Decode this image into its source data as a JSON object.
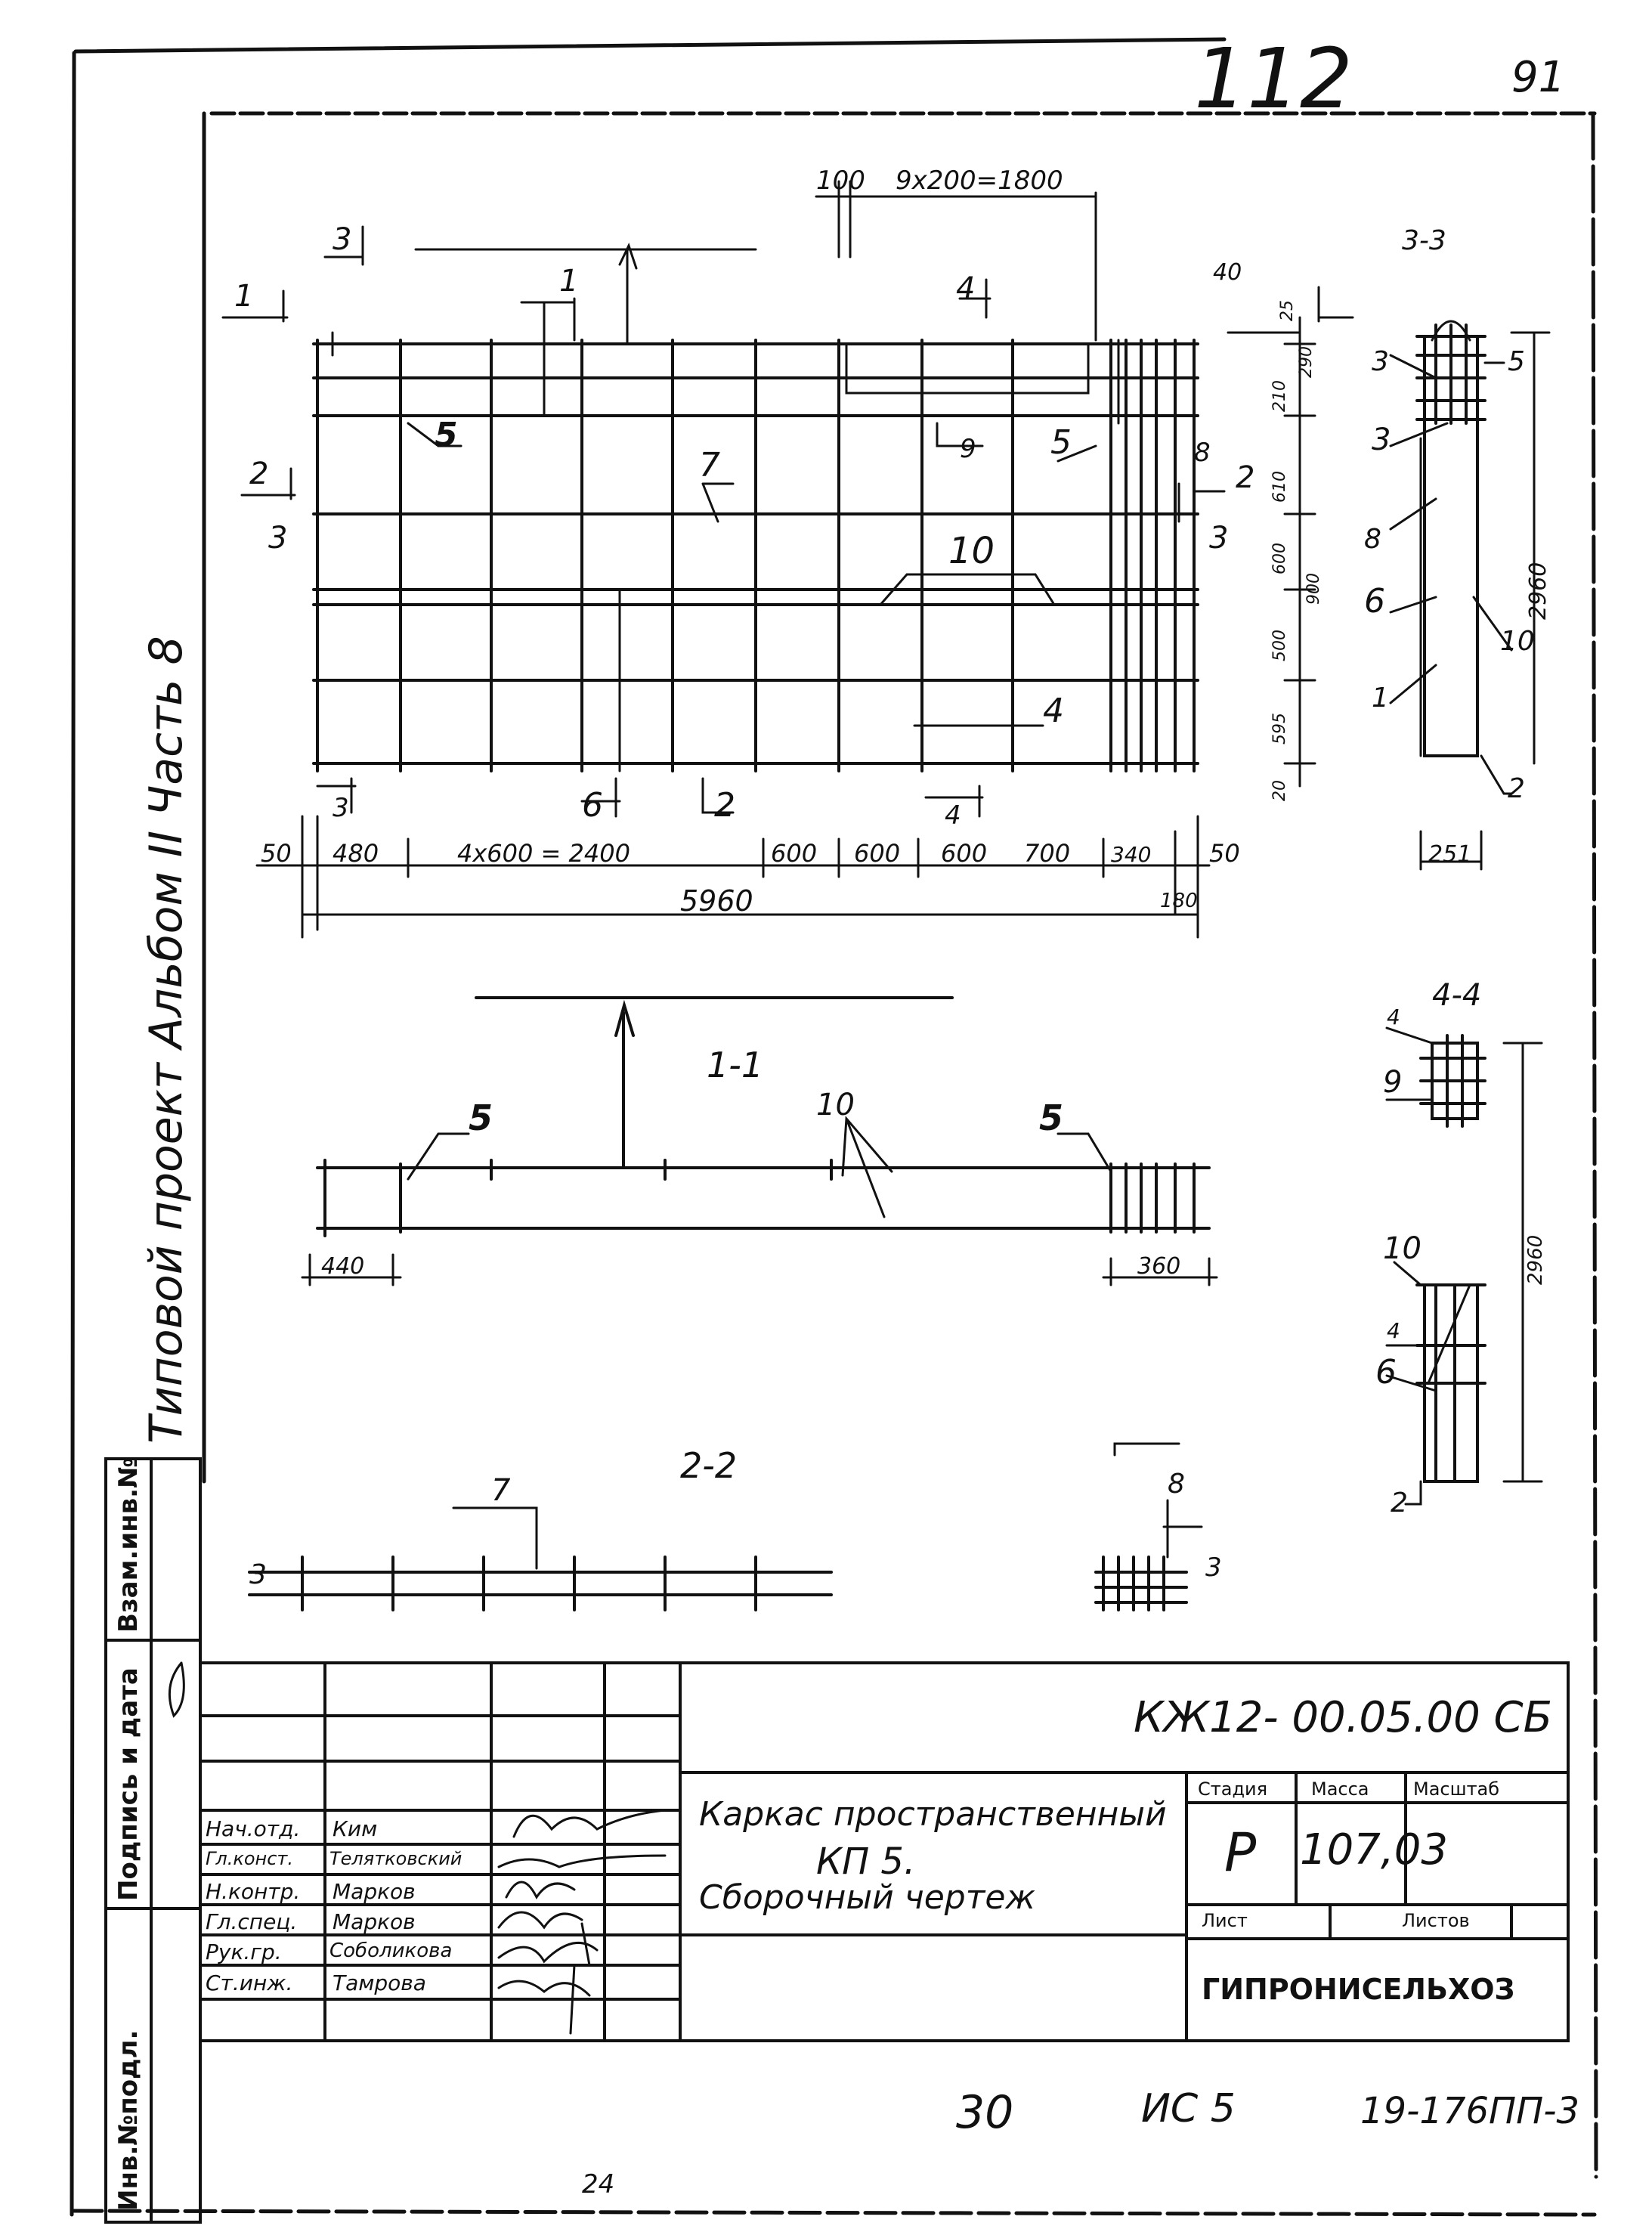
{
  "page_marks": {
    "sheet_number": "112",
    "corner_number": "91",
    "bottom_left": "30",
    "bottom_mid": "ИС 5",
    "bottom_right": "19-176ПП-3",
    "bottom_small": "24"
  },
  "margin": {
    "album": "Типовой проект   Альбом II   Часть 8"
  },
  "side_stamp": {
    "inv_podl": "Инв.№подл.",
    "podpis_data": "Подпись и дата",
    "vzam_inv": "Взам.инв.№"
  },
  "plan": {
    "dims_top": [
      "100",
      "9х200=1800",
      "40"
    ],
    "dims_bottom": [
      "50",
      "480",
      "4х600 = 2400",
      "600",
      "600",
      "600",
      "700",
      "340",
      "50"
    ],
    "overall": "5960",
    "sub_180": "180",
    "dims_right": [
      "25",
      "290",
      "210",
      "610",
      "600",
      "900",
      "500",
      "595",
      "20"
    ],
    "section_marks": [
      "1",
      "1",
      "2",
      "2",
      "3",
      "3",
      "3",
      "3",
      "4",
      "4"
    ],
    "positions": [
      "5",
      "5",
      "7",
      "9",
      "8",
      "10",
      "4",
      "6",
      "2"
    ]
  },
  "section_3_3": {
    "title": "3-3",
    "positions": [
      "3",
      "5",
      "3",
      "8",
      "6",
      "10",
      "1",
      "2"
    ],
    "height": "2960",
    "width": "251"
  },
  "section_1_1": {
    "title": "1-1",
    "positions": [
      "5",
      "10",
      "5"
    ],
    "dims": [
      "440",
      "360"
    ]
  },
  "section_4_4": {
    "title": "4-4",
    "positions": [
      "4",
      "9",
      "10",
      "4",
      "6",
      "2"
    ],
    "height": "2960"
  },
  "section_2_2": {
    "title": "2-2",
    "positions": [
      "7",
      "3",
      "8",
      "3"
    ]
  },
  "title_block": {
    "code": "КЖ12- 00.05.00 СБ",
    "name_line1": "Каркас пространственный",
    "name_line2": "КП 5.",
    "name_line3": "Сборочный чертеж",
    "stage_label": "Стадия",
    "mass_label": "Масса",
    "scale_label": "Масштаб",
    "stage": "Р",
    "mass": "107,03",
    "sheet_label": "Лист",
    "sheets_label": "Листов",
    "org": "ГИПРОНИСЕЛЬХОЗ",
    "roles": [
      {
        "role": "Нач.отд.",
        "name": "Ким"
      },
      {
        "role": "Гл.конст.",
        "name": "Телятковский"
      },
      {
        "role": "Н.контр.",
        "name": "Марков"
      },
      {
        "role": "Гл.спец.",
        "name": "Марков"
      },
      {
        "role": "Рук.гр.",
        "name": "Соболикова"
      },
      {
        "role": "Ст.инж.",
        "name": "Тамрова"
      }
    ]
  }
}
